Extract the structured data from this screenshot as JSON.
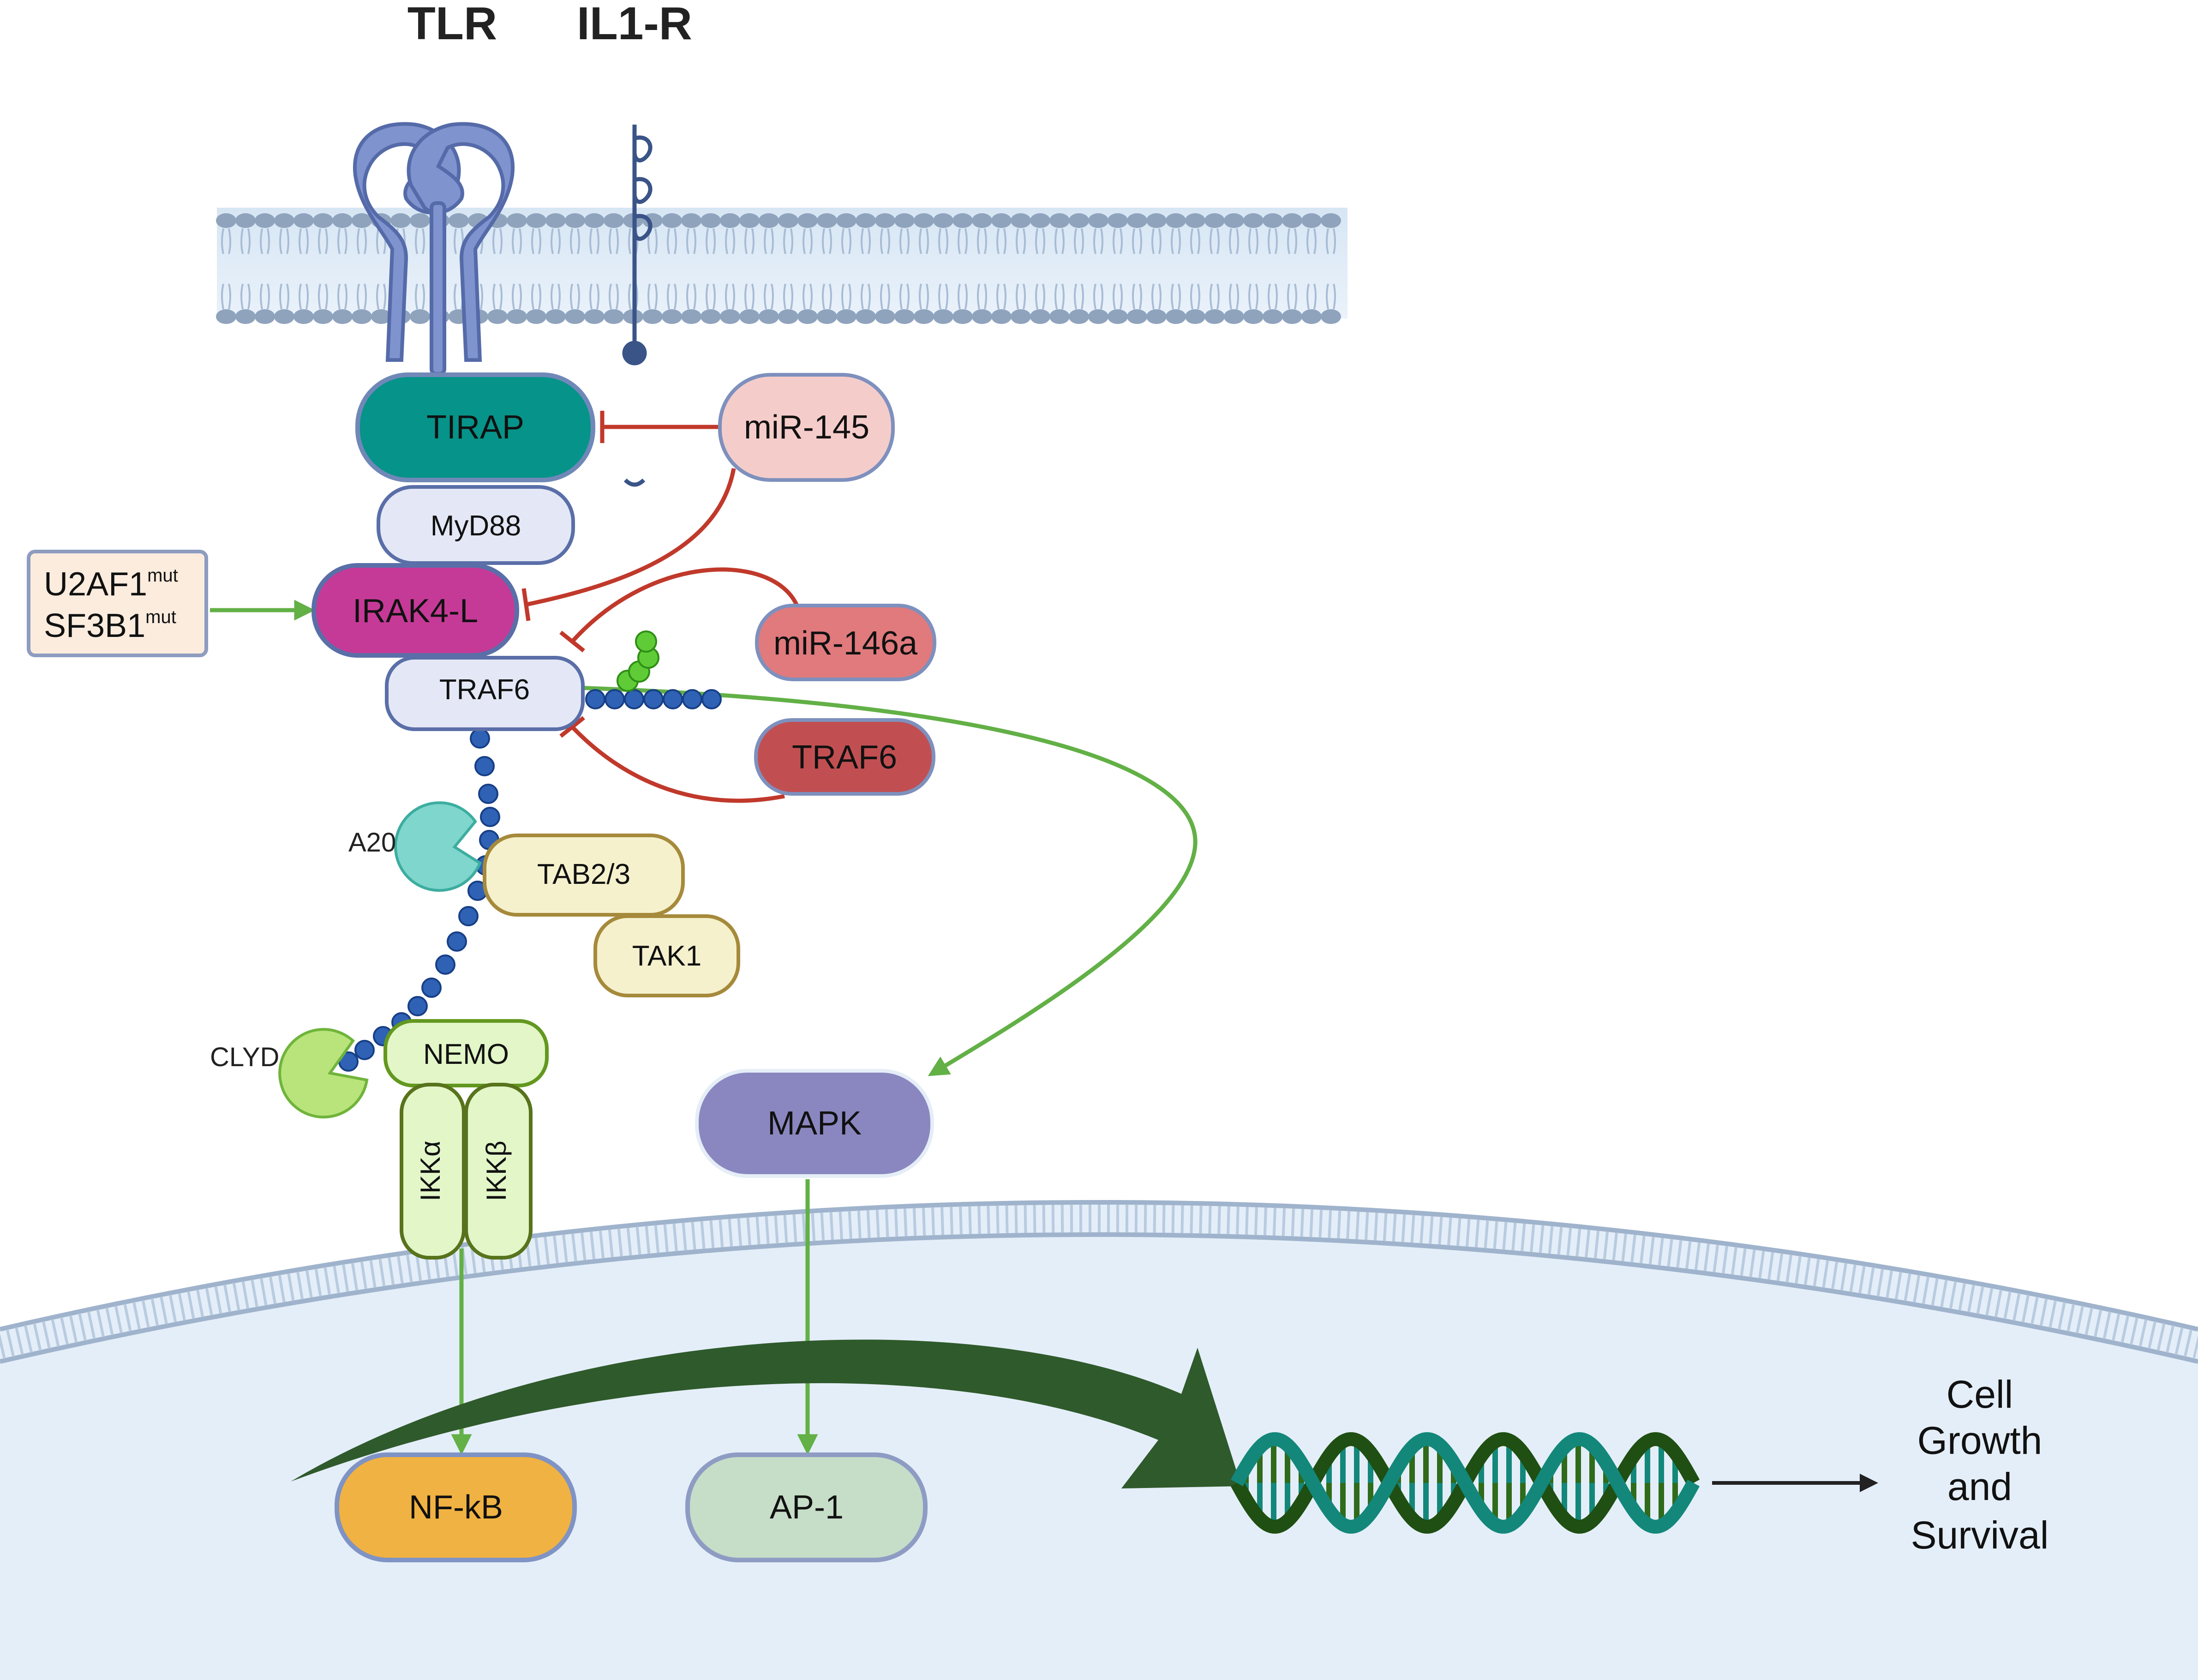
{
  "receptors": {
    "tlr": "TLR",
    "il1r": "IL1-R"
  },
  "colors": {
    "membrane_fill": "#e3eef8",
    "lipid_head": "#8fa3bd",
    "receptor": "#7f93cf",
    "il1r": "#3a5488",
    "green_arrow": "#62b046",
    "red_inhibit": "#c0392b",
    "nucleus_fill": "#e4eef8",
    "dna_dark": "#1f4f12",
    "dna_teal": "#13877a",
    "big_arrow": "#2f5a2c",
    "ubiquitin_blue": "#2f62b5",
    "ubiquitin_green": "#5fcc37"
  },
  "nodes": {
    "tirap": "TIRAP",
    "myd88": "MyD88",
    "irak4l": "IRAK4-L",
    "traf6": "TRAF6",
    "mir145": "miR-145",
    "mir146a": "miR-146a",
    "traf6_inhibitor": "TRAF6",
    "u2af1": "U2AF1",
    "sf3b1": "SF3B1",
    "mut_sup": "mut",
    "a20": "A20",
    "tab23": "TAB2/3",
    "tak1": "TAK1",
    "clyd": "CLYD",
    "nemo": "NEMO",
    "ikka": "IKKα",
    "ikkb": "IKKβ",
    "mapk": "MAPK",
    "nfkb": "NF-kB",
    "ap1": "AP-1"
  },
  "outcome": {
    "line1": "Cell",
    "line2": "Growth",
    "line3": "and",
    "line4": "Survival"
  }
}
